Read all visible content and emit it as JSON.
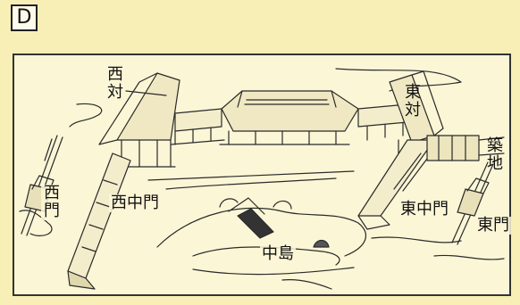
{
  "panel_letter": "D",
  "labels": {
    "west_pavilion": "西対",
    "east_pavilion": "東対",
    "wall": "築地",
    "west_gate": "西門",
    "west_middle_gate": "西中門",
    "east_middle_gate": "東中門",
    "east_gate": "東門",
    "island": "中島"
  }
}
